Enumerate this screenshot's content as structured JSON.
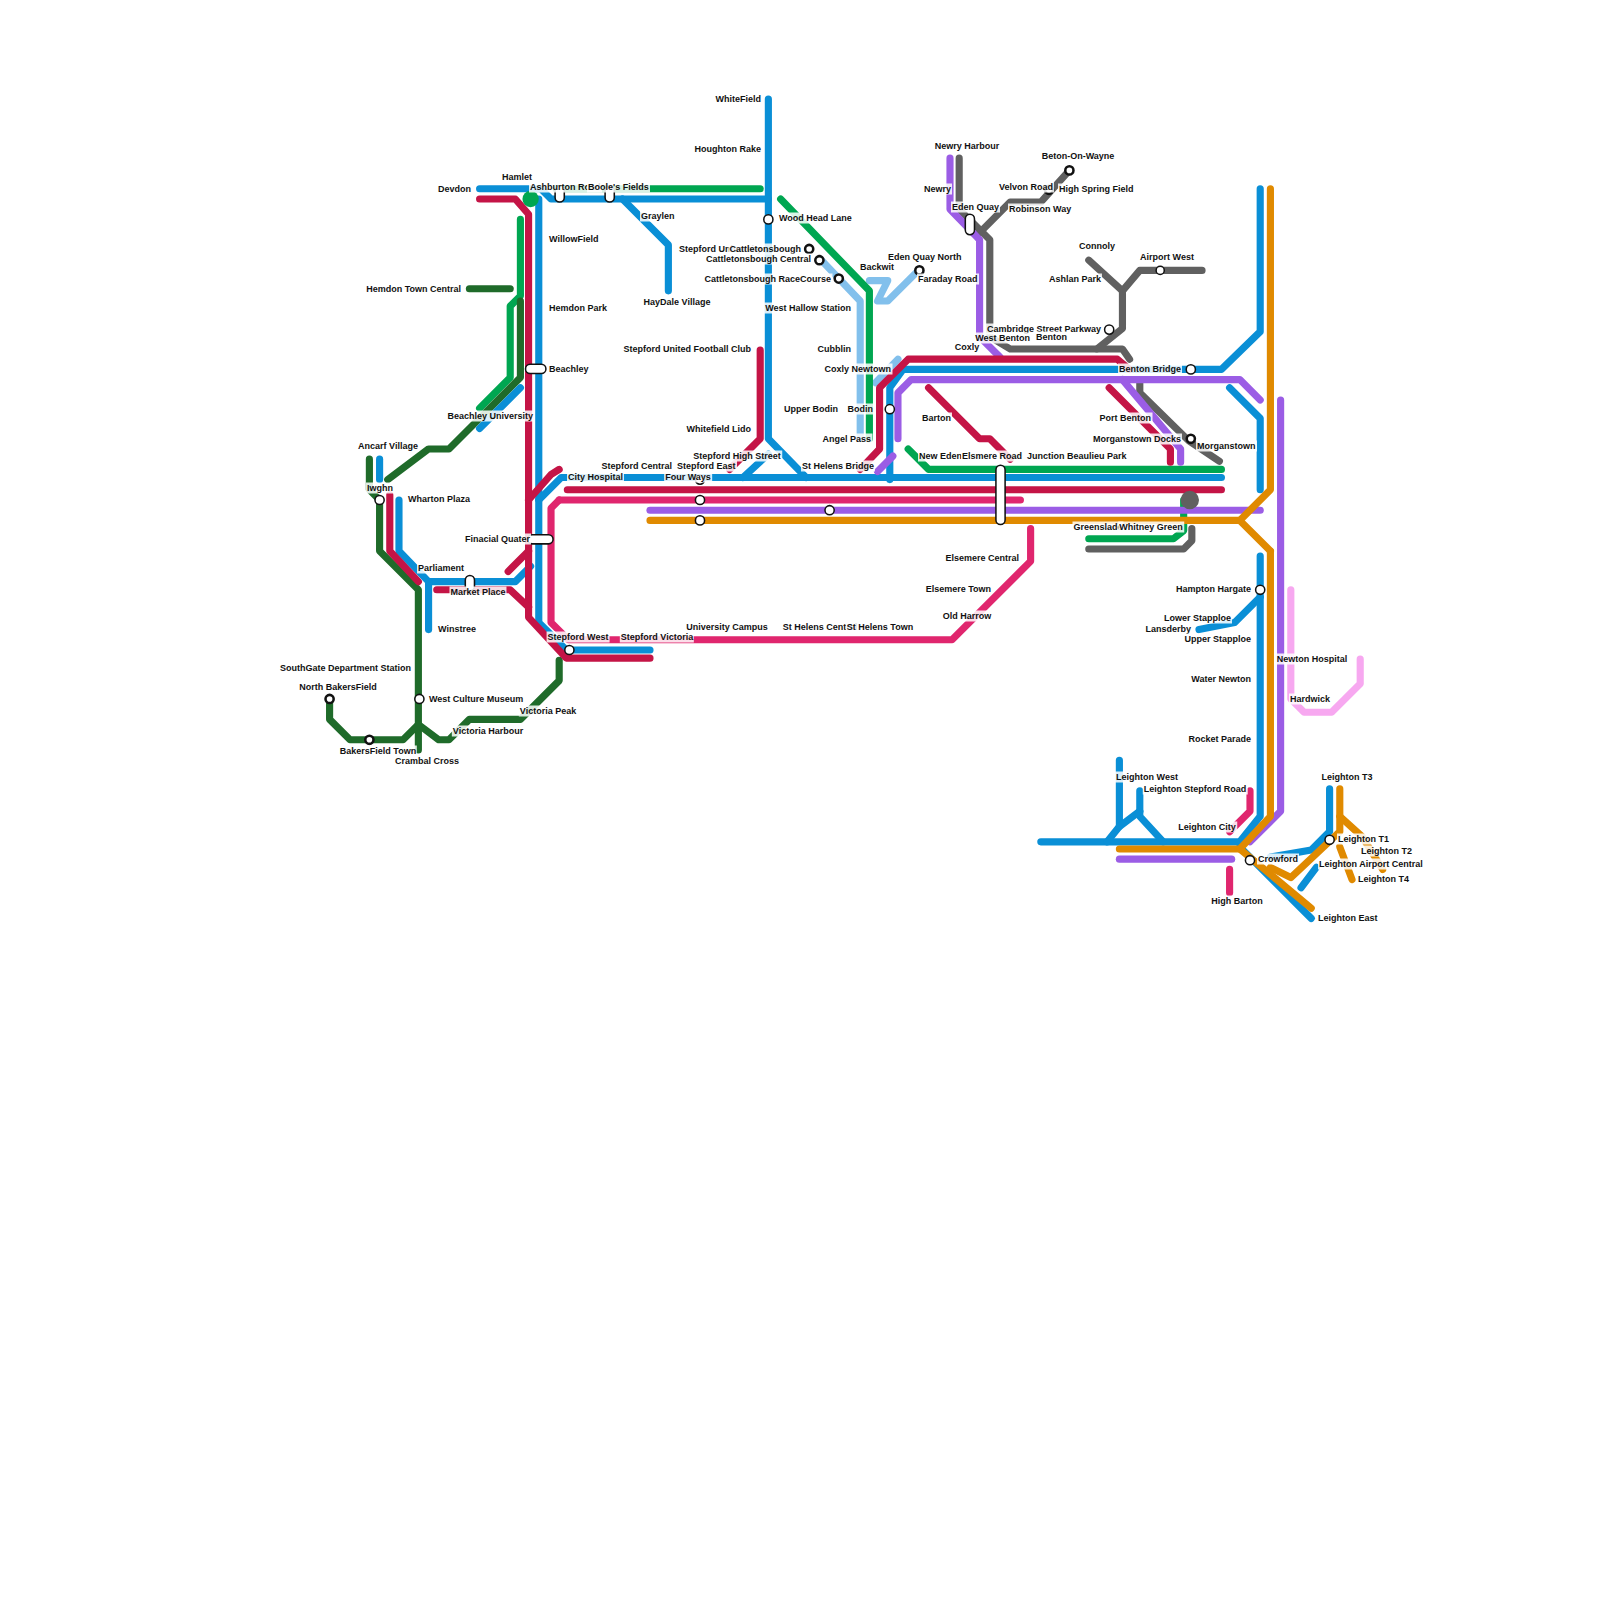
{
  "diagram": {
    "labels": [
      "WhiteField",
      "Houghton Rake",
      "Wood Head Lane",
      "Devdon",
      "Hamlet",
      "Ashburton Road",
      "Boole's Fields",
      "Graylen",
      "WillowField",
      "Stepford University",
      "Cattletonsbough",
      "Cattletonsbough Central",
      "Cattletonsbough RaceCourse",
      "HayDale Village",
      "Hemdon Town Central",
      "Hemdon Park",
      "West Hallow Station",
      "Backwit",
      "Eden Quay North",
      "Faraday Road",
      "Newry Harbour",
      "Newry",
      "Eden Quay",
      "Velvon Road",
      "Robinson Way",
      "Beton-On-Wayne",
      "High Spring Field",
      "Connoly",
      "Airport West",
      "Ashlan Park",
      "Cambridge Street Parkway",
      "West Benton",
      "Benton",
      "Coxly",
      "Stepford United Football Club",
      "Beachley",
      "Cubblin",
      "Coxly Newtown",
      "Benton Bridge",
      "Beachley University",
      "Upper Bodin",
      "Bodin",
      "Barton",
      "Port Benton",
      "Morganstown Docks",
      "Morganstown",
      "Whitefield Lido",
      "Angel Pass",
      "Ancarf Village",
      "Stepford High Street",
      "New Eden",
      "Elsmere Road",
      "Junction",
      "Beaulieu Park",
      "City Hospital",
      "Stepford Central",
      "Stepford East",
      "Four Ways",
      "St Helens Bridge",
      "Iwghn",
      "Wharton Plaza",
      "Finacial Quater",
      "Parliament",
      "Market Place",
      "Winstree",
      "Elsemere Central",
      "Greenslade",
      "Whitney Green",
      "Elsemere Town",
      "Old Harrow",
      "Stepford West",
      "Stepford Victoria",
      "University Campus",
      "St Helens Central",
      "St Helens Town",
      "SouthGate Department Station",
      "North BakersField",
      "West Culture Museum",
      "Victoria Peak",
      "Victoria Harbour",
      "BakersField Town",
      "Crambal Cross",
      "Hampton Hargate",
      "Lower Stapploe",
      "Lansderby",
      "Upper Stapploe",
      "Newton Hospital",
      "Water Newton",
      "Hardwick",
      "Rocket Parade",
      "Leighton West",
      "Leighton Stepford Road",
      "Leighton T3",
      "Leighton City",
      "Leighton T1",
      "Leighton T2",
      "Crowford",
      "Leighton Airport Central",
      "Leighton T4",
      "High Barton",
      "Leighton East"
    ]
  }
}
